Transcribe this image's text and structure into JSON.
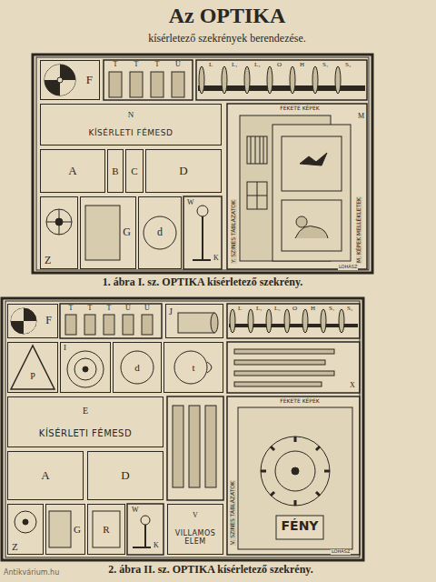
{
  "diagram": {
    "title": "Az OPTIKA",
    "nodes": [
      {
        "text": [
          "F"
        ]
      },
      {
        "text": [
          "N",
          "KÍSÉRLETI FÉMESD"
        ]
      },
      {
        "text": [
          "A"
        ]
      },
      {
        "text": [
          "B"
        ]
      },
      {
        "text": [
          "C"
        ]
      },
      {
        "text": [
          "D"
        ]
      },
      {
        "text": [
          "Z"
        ]
      },
      {
        "text": [
          "G"
        ]
      },
      {
        "text": [
          "d"
        ]
      },
      {
        "text": [
          "F"
        ]
      },
      {
        "text": [
          "J"
        ]
      },
      {
        "text": [
          "P"
        ]
      },
      {
        "text": [
          "I"
        ]
      },
      {
        "text": [
          "d"
        ]
      },
      {
        "text": [
          "t"
        ]
      },
      {
        "text": [
          "E",
          "KÍSÉRLETI FÉMESD"
        ]
      },
      {
        "text": [
          "A"
        ]
      },
      {
        "text": [
          "D"
        ]
      },
      {
        "text": [
          "Z"
        ]
      },
      {
        "text": [
          "G"
        ]
      },
      {
        "text": [
          "R"
        ]
      },
      {
        "text": [
          "V",
          "VILLAMOS ELEM"
        ]
      }
    ],
    "labels": [
      "kísérletező szekrények berendezése.",
      "T",
      "T",
      "T",
      "Ü",
      "L",
      "L₁",
      "L₂",
      "O",
      "H",
      "S₁",
      "S₂",
      "W",
      "K",
      "FEKETE KÉPEK",
      "M",
      "Y. SZINES TÁBLÁZATOK",
      "M. KÉPEK MELLÉKLETEK",
      "1. ábra I. sz. OPTIKA kísérletező szekrény.",
      "LOHÁSZ",
      "T",
      "T",
      "T",
      "Ü",
      "U",
      "L",
      "L₁",
      "L₂",
      "O",
      "H",
      "S₁",
      "S₂",
      "X",
      "FEKETE KÉPEK",
      "V. SZINES TÁBLÁZATOK",
      "FÉNY",
      "W",
      "K",
      "2. ábra II. sz. OPTIKA kísérletező szekrény.",
      "LOHÁSZ",
      "Antikvárium.hu"
    ]
  }
}
